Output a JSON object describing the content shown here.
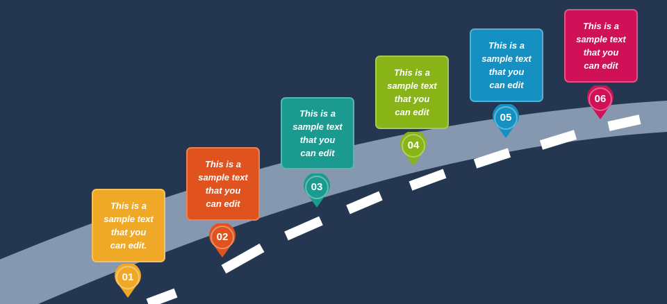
{
  "road": {
    "color": "#8698b0",
    "dash_color": "#ffffff",
    "background": "#253750"
  },
  "steps": [
    {
      "number": "01",
      "text": "This is a\nsample text\nthat you\ncan edit.",
      "color": "#f0a926"
    },
    {
      "number": "02",
      "text": "This is a\nsample text\nthat you\ncan edit",
      "color": "#e0531f"
    },
    {
      "number": "03",
      "text": "This is a\nsample text\nthat you\ncan edit",
      "color": "#1b9b90"
    },
    {
      "number": "04",
      "text": "This is a\nsample text\nthat you\ncan edit",
      "color": "#88b418"
    },
    {
      "number": "05",
      "text": "This is a\nsample text\nthat you\ncan edit",
      "color": "#1590c2"
    },
    {
      "number": "06",
      "text": "This is a\nsample text\nthat you\ncan edit",
      "color": "#d01158"
    }
  ]
}
